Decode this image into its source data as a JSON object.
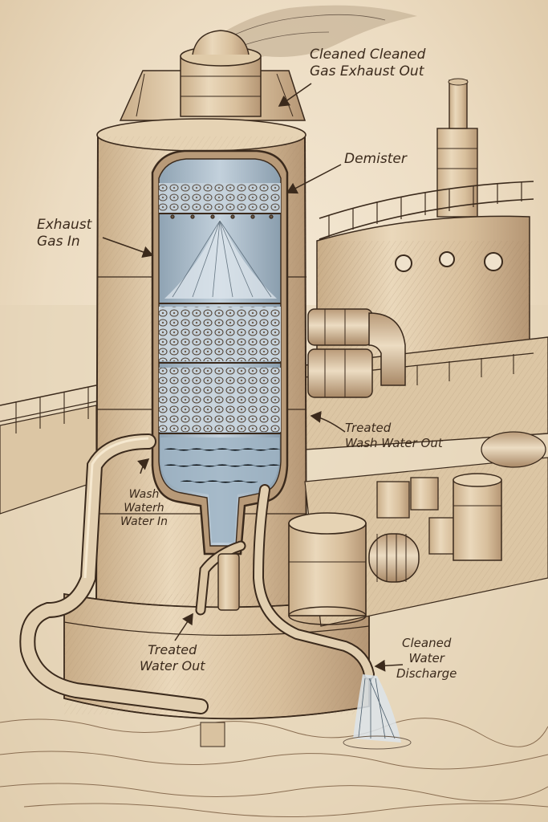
{
  "labels": {
    "cleaned_gas_line1": "Cleaned Cleaned",
    "cleaned_gas_line2": "Gas Exhaust Out",
    "demister": "Demister",
    "exhaust_line1": "Exhaust",
    "exhaust_line2": "Gas In",
    "treated_wash_line1": "Treated",
    "treated_wash_line2": "Wash Water Out",
    "wash_in_line1": "Wash",
    "wash_in_line2": "Waterh",
    "wash_in_line3": "Water In",
    "treated_water_line1": "Treated",
    "treated_water_line2": "Water Out",
    "discharge_line1": "Cleaned",
    "discharge_line2": "Water",
    "discharge_line3": "Discharge"
  },
  "colors": {
    "ink": "#3b2a1c",
    "paper": "#efe2cc",
    "metal": "#d9c2a0",
    "interior": "#aebfcc"
  }
}
